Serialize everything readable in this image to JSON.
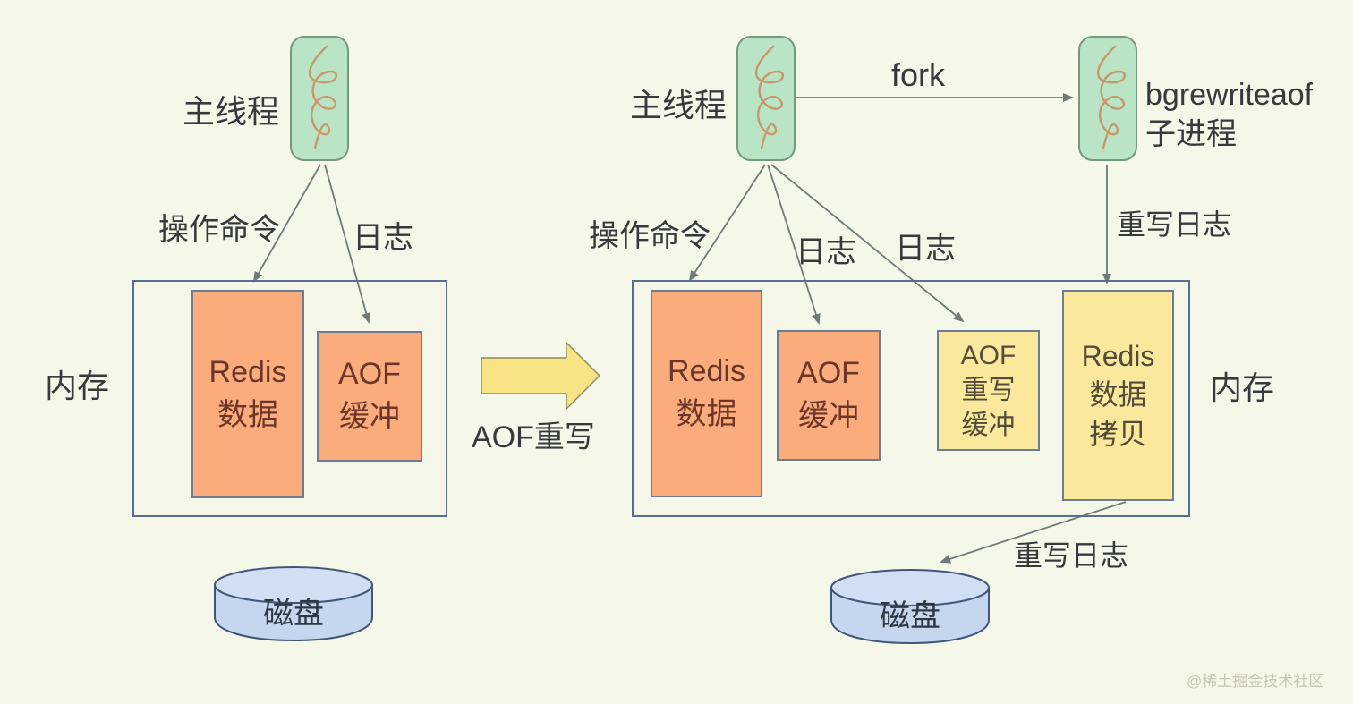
{
  "diagram_title": "Redis AOF rewrite (bgrewriteaof) process diagram",
  "colors": {
    "background": "#f5f7e8",
    "thread_fill": "#b9e4c6",
    "thread_border": "#76987f",
    "squiggle": "#c9986a",
    "memory_border": "#5b6c8f",
    "orange_fill": "#fbac7c",
    "orange_text": "#6d3527",
    "yellow_fill": "#fae99d",
    "yellow_text": "#564a38",
    "disk_fill": "#c5d6ee",
    "disk_top_fill": "#d2def3",
    "disk_border": "#41567a",
    "arrow_line": "#6f7a79",
    "big_arrow_fill": "#f8e387",
    "big_arrow_border": "#8c8c5a",
    "label_text": "#37393b",
    "watermark_text": "#c6c7b4"
  },
  "left": {
    "main_thread_label": "主线程",
    "cmd_label": "操作命令",
    "log_label": "日志",
    "memory_label": "内存",
    "redis_data_label": "Redis\n数据",
    "aof_buffer_label": "AOF\n缓冲",
    "disk_label": "磁盘"
  },
  "center": {
    "big_arrow_label": "AOF重写"
  },
  "right": {
    "main_thread_label": "主线程",
    "fork_label": "fork",
    "child_process_label": "bgrewriteaof\n子进程",
    "rewrite_log_top_label": "重写日志",
    "cmd_label": "操作命令",
    "log_label_1": "日志",
    "log_label_2": "日志",
    "memory_label": "内存",
    "redis_data_label": "Redis\n数据",
    "aof_buffer_label": "AOF\n缓冲",
    "aof_rewrite_buffer_label": "AOF\n重写\n缓冲",
    "redis_data_copy_label": "Redis\n数据\n拷贝",
    "rewrite_log_bottom_label": "重写日志",
    "disk_label": "磁盘"
  },
  "watermark": "@稀土掘金技术社区"
}
